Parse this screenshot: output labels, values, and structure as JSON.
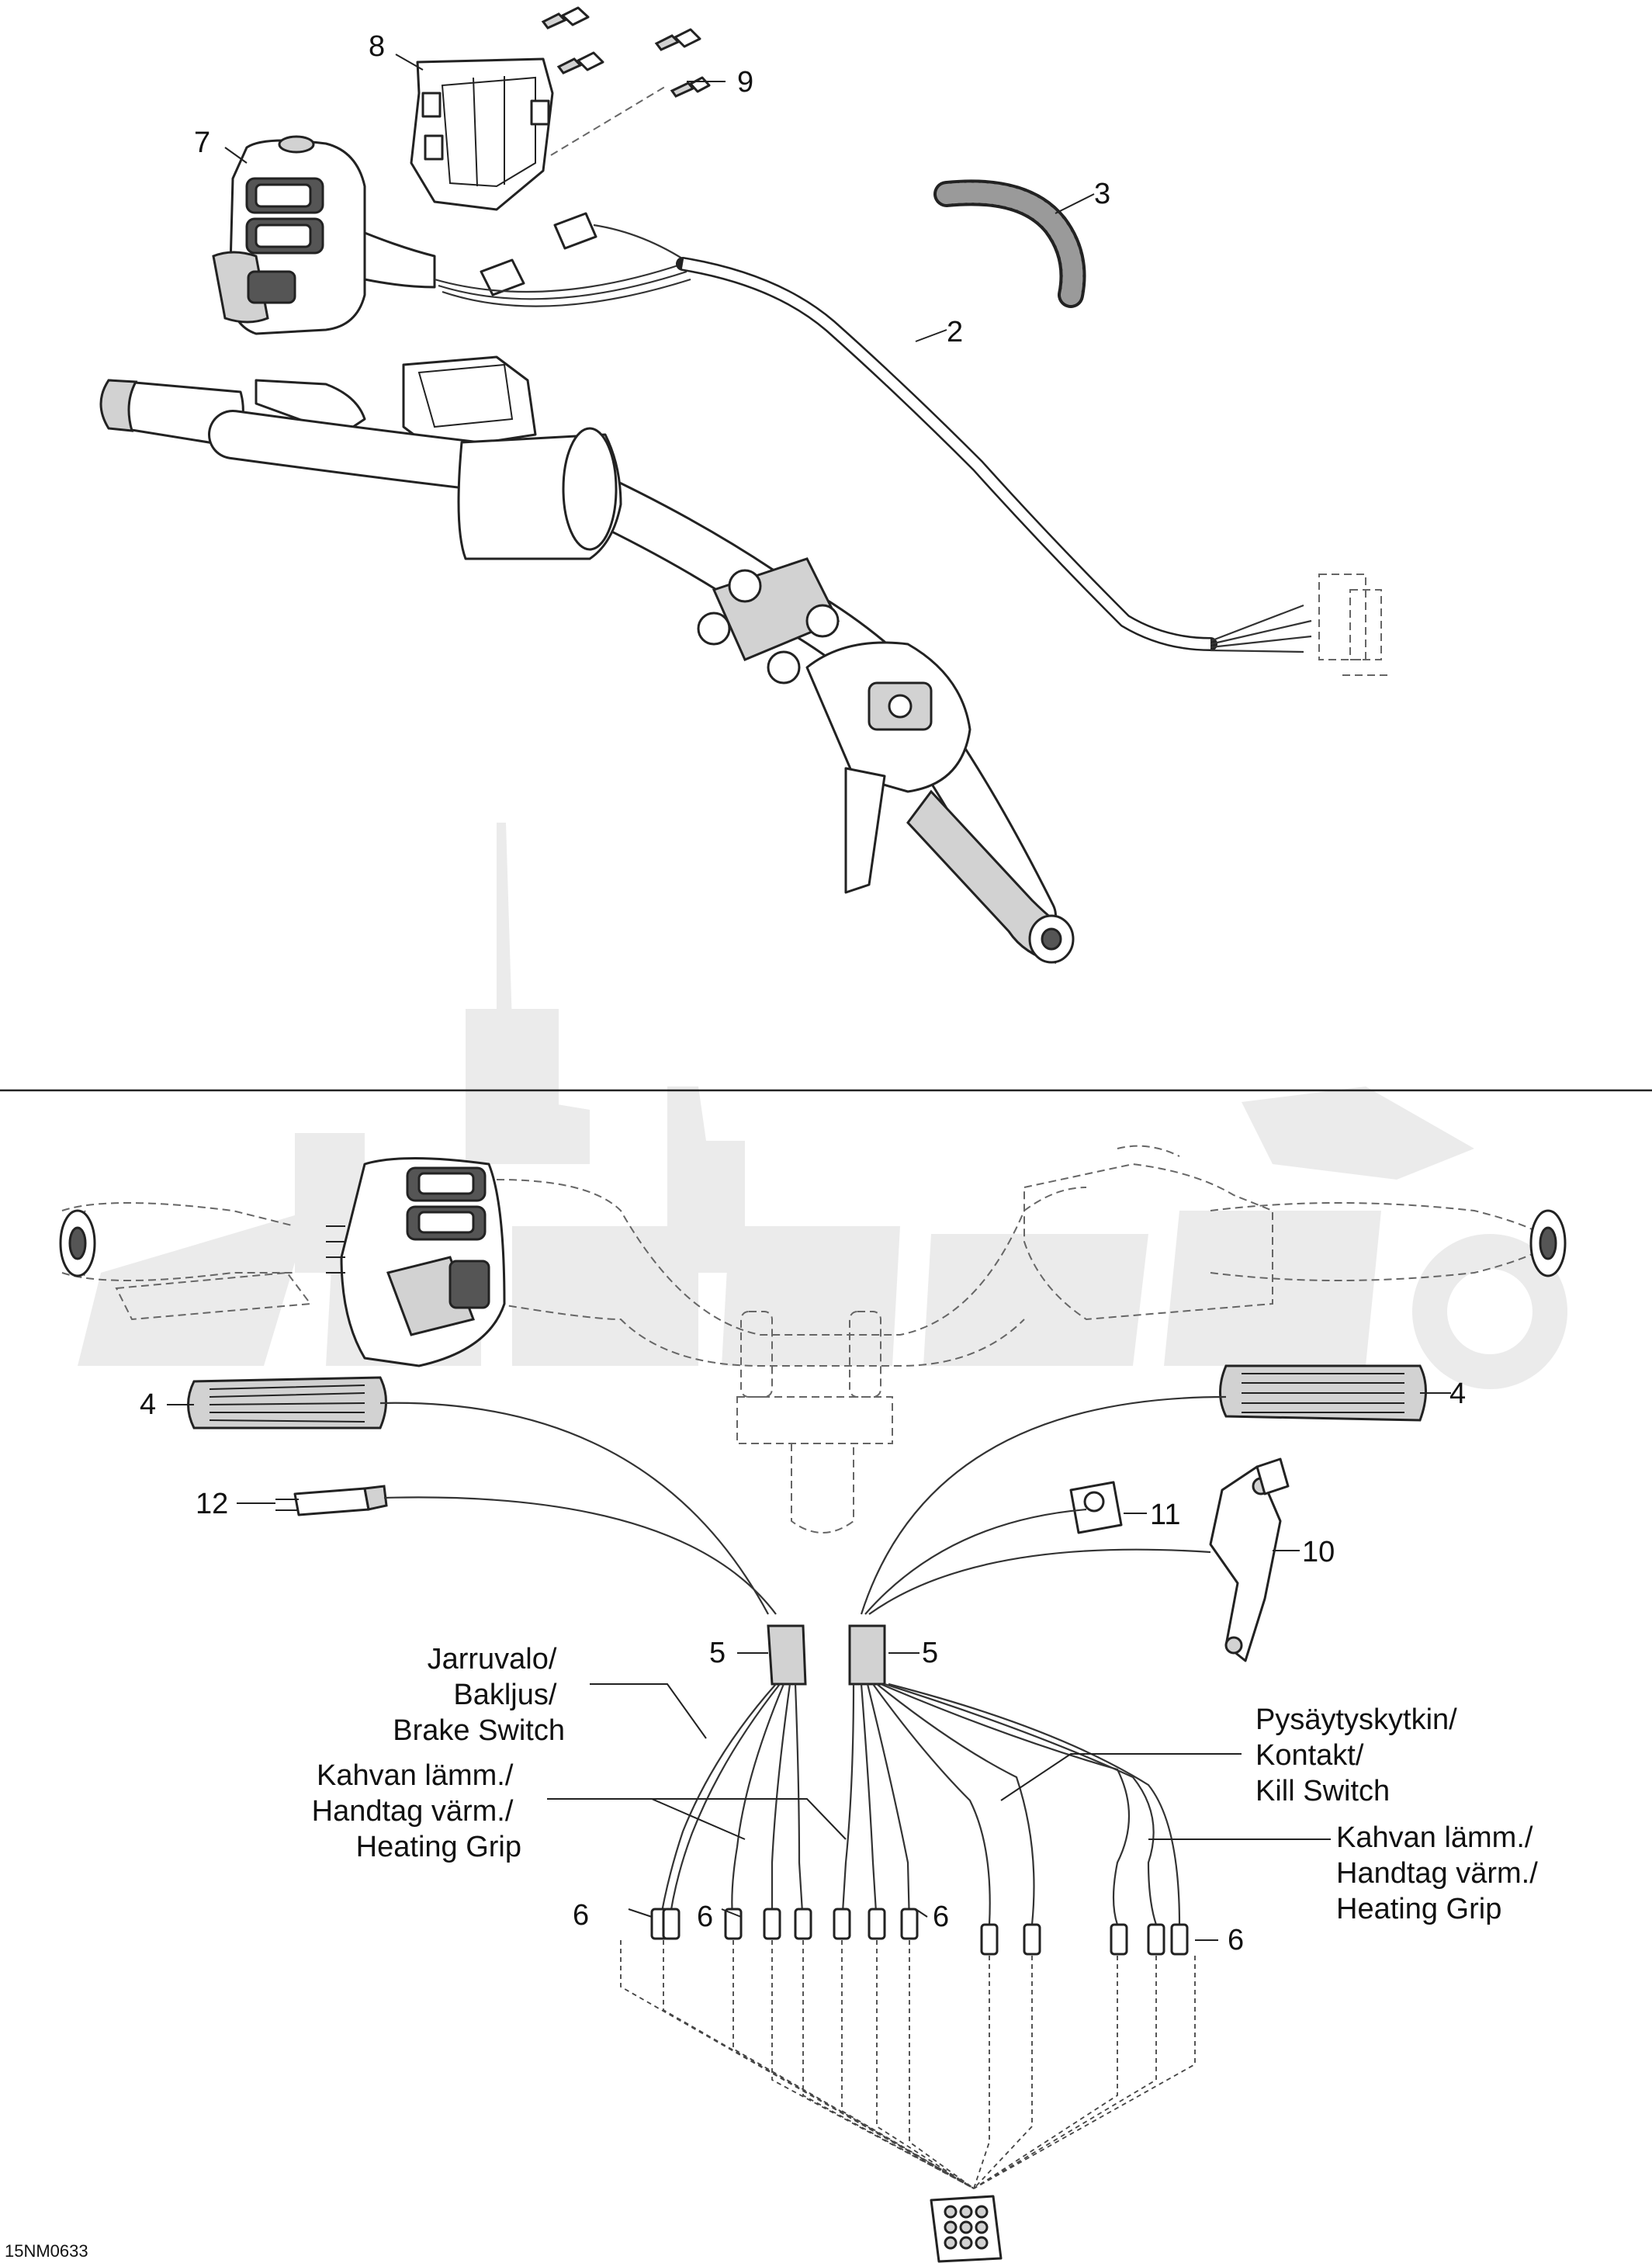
{
  "diagram_code": "15NM0633",
  "callouts": {
    "c2": "2",
    "c3": "3",
    "c4_left": "4",
    "c4_right": "4",
    "c5_left": "5",
    "c5_right": "5",
    "c6_a": "6",
    "c6_b": "6",
    "c6_c": "6",
    "c6_d": "6",
    "c7": "7",
    "c8": "8",
    "c9": "9",
    "c10": "10",
    "c11": "11",
    "c12": "12"
  },
  "labels": {
    "brake_switch": [
      "Jarruvalo/",
      "Bakljus/",
      "Brake Switch"
    ],
    "heating_grip_left": [
      "Kahvan lämm./",
      "Handtag värm./",
      "Heating Grip"
    ],
    "kill_switch": [
      "Pysäytyskytkin/",
      "Kontakt/",
      "Kill Switch"
    ],
    "heating_grip_right": [
      "Kahvan lämm./",
      "Handtag värm./",
      "Heating Grip"
    ]
  }
}
